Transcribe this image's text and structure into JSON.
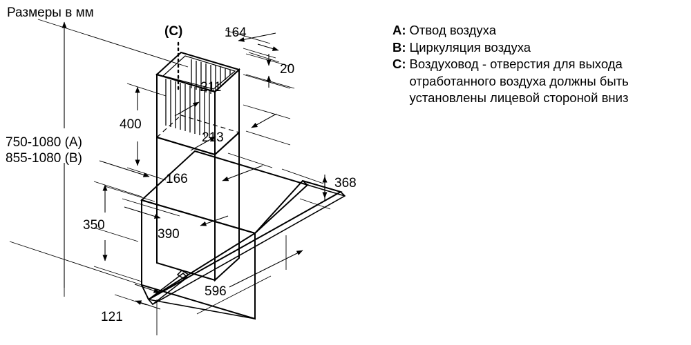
{
  "title": "Размеры в мм",
  "legend": [
    {
      "key": "A:",
      "desc": "Отвод воздуха"
    },
    {
      "key": "B:",
      "desc": "Циркуляция воздуха"
    },
    {
      "key": "C:",
      "desc": "Воздуховод - отверстия для выхода отработанного воздуха должны быть установлены лицевой стороной вниз"
    }
  ],
  "dimensions": {
    "height_range_a": "750-1080 (A)",
    "height_range_b": "855-1080 (B)",
    "chimney_height": "400",
    "chimney_top_width": "164",
    "chimney_top_depth": "20",
    "chimney_width": "211",
    "chimney_depth": "213",
    "chimney_lower_width": "166",
    "body_height": "350",
    "body_depth": "390",
    "canopy_width": "596",
    "canopy_height": "368",
    "base_depth": "121"
  },
  "callouts": {
    "duct_marker": "(C)"
  },
  "colors": {
    "line": "#000000",
    "background": "#ffffff",
    "dim_line": "#4d4d4d"
  },
  "chart_data": {
    "type": "table",
    "title": "Размеры в мм",
    "categories": [
      "750-1080 (A)",
      "855-1080 (B)",
      "400",
      "164",
      "20",
      "211",
      "213",
      "166",
      "350",
      "390",
      "596",
      "368",
      "121"
    ],
    "values": [
      750,
      855,
      400,
      164,
      20,
      211,
      213,
      166,
      350,
      390,
      596,
      368,
      121
    ]
  }
}
